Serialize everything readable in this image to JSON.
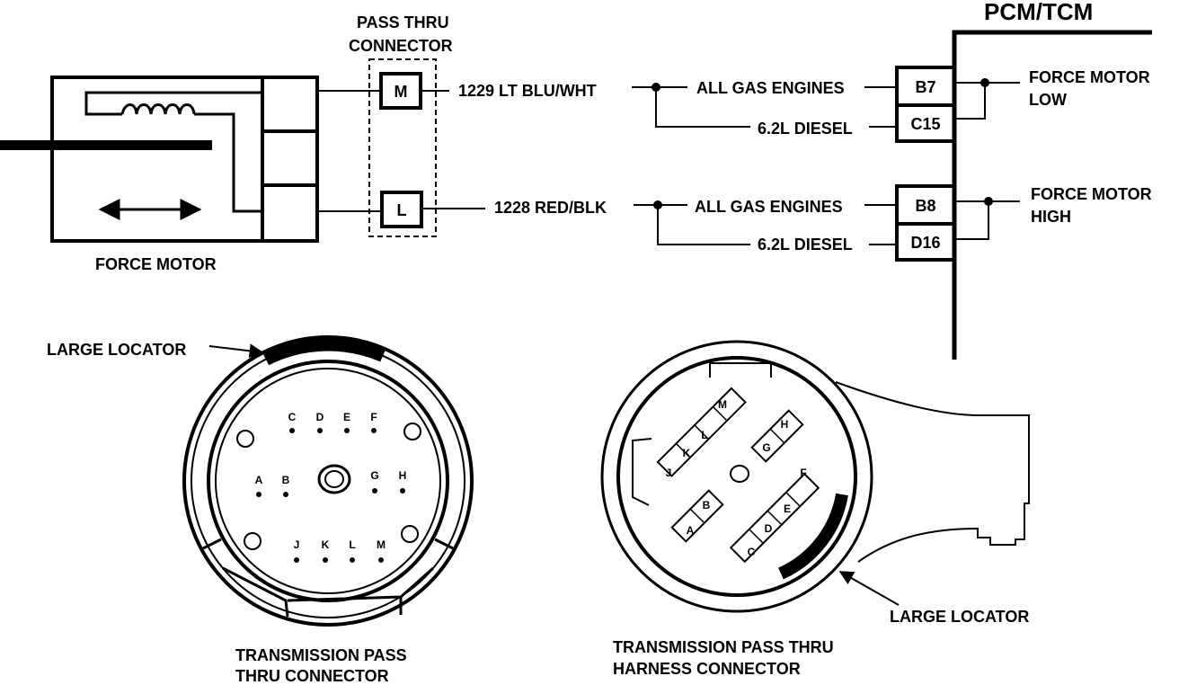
{
  "pcm": {
    "title": "PCM/TCM"
  },
  "pass_thru": {
    "line1": "PASS THRU",
    "line2": "CONNECTOR",
    "pin_m": "M",
    "pin_l": "L"
  },
  "force_motor": {
    "label": "FORCE MOTOR"
  },
  "circuit_top": {
    "wire": "1229 LT BLU/WHT",
    "gas": "ALL GAS ENGINES",
    "diesel": "6.2L DIESEL",
    "term_gas": "B7",
    "term_diesel": "C15",
    "out1": "FORCE MOTOR",
    "out2": "LOW"
  },
  "circuit_bottom": {
    "wire": "1228 RED/BLK",
    "gas": "ALL GAS ENGINES",
    "diesel": "6.2L DIESEL",
    "term_gas": "B8",
    "term_diesel": "D16",
    "out1": "FORCE MOTOR",
    "out2": "HIGH"
  },
  "left_connector": {
    "locator": "LARGE LOCATOR",
    "caption1": "TRANSMISSION PASS",
    "caption2": "THRU CONNECTOR",
    "pins": {
      "c": "C",
      "d": "D",
      "e": "E",
      "f": "F",
      "a": "A",
      "b": "B",
      "g": "G",
      "h": "H",
      "j": "J",
      "k": "K",
      "l": "L",
      "m": "M"
    }
  },
  "right_connector": {
    "locator": "LARGE LOCATOR",
    "caption1": "TRANSMISSION PASS THRU",
    "caption2": "HARNESS CONNECTOR",
    "pins": {
      "a": "A",
      "b": "B",
      "c": "C",
      "d": "D",
      "e": "E",
      "f": "F",
      "g": "G",
      "h": "H",
      "j": "J",
      "k": "K",
      "l": "L",
      "m": "M"
    }
  }
}
